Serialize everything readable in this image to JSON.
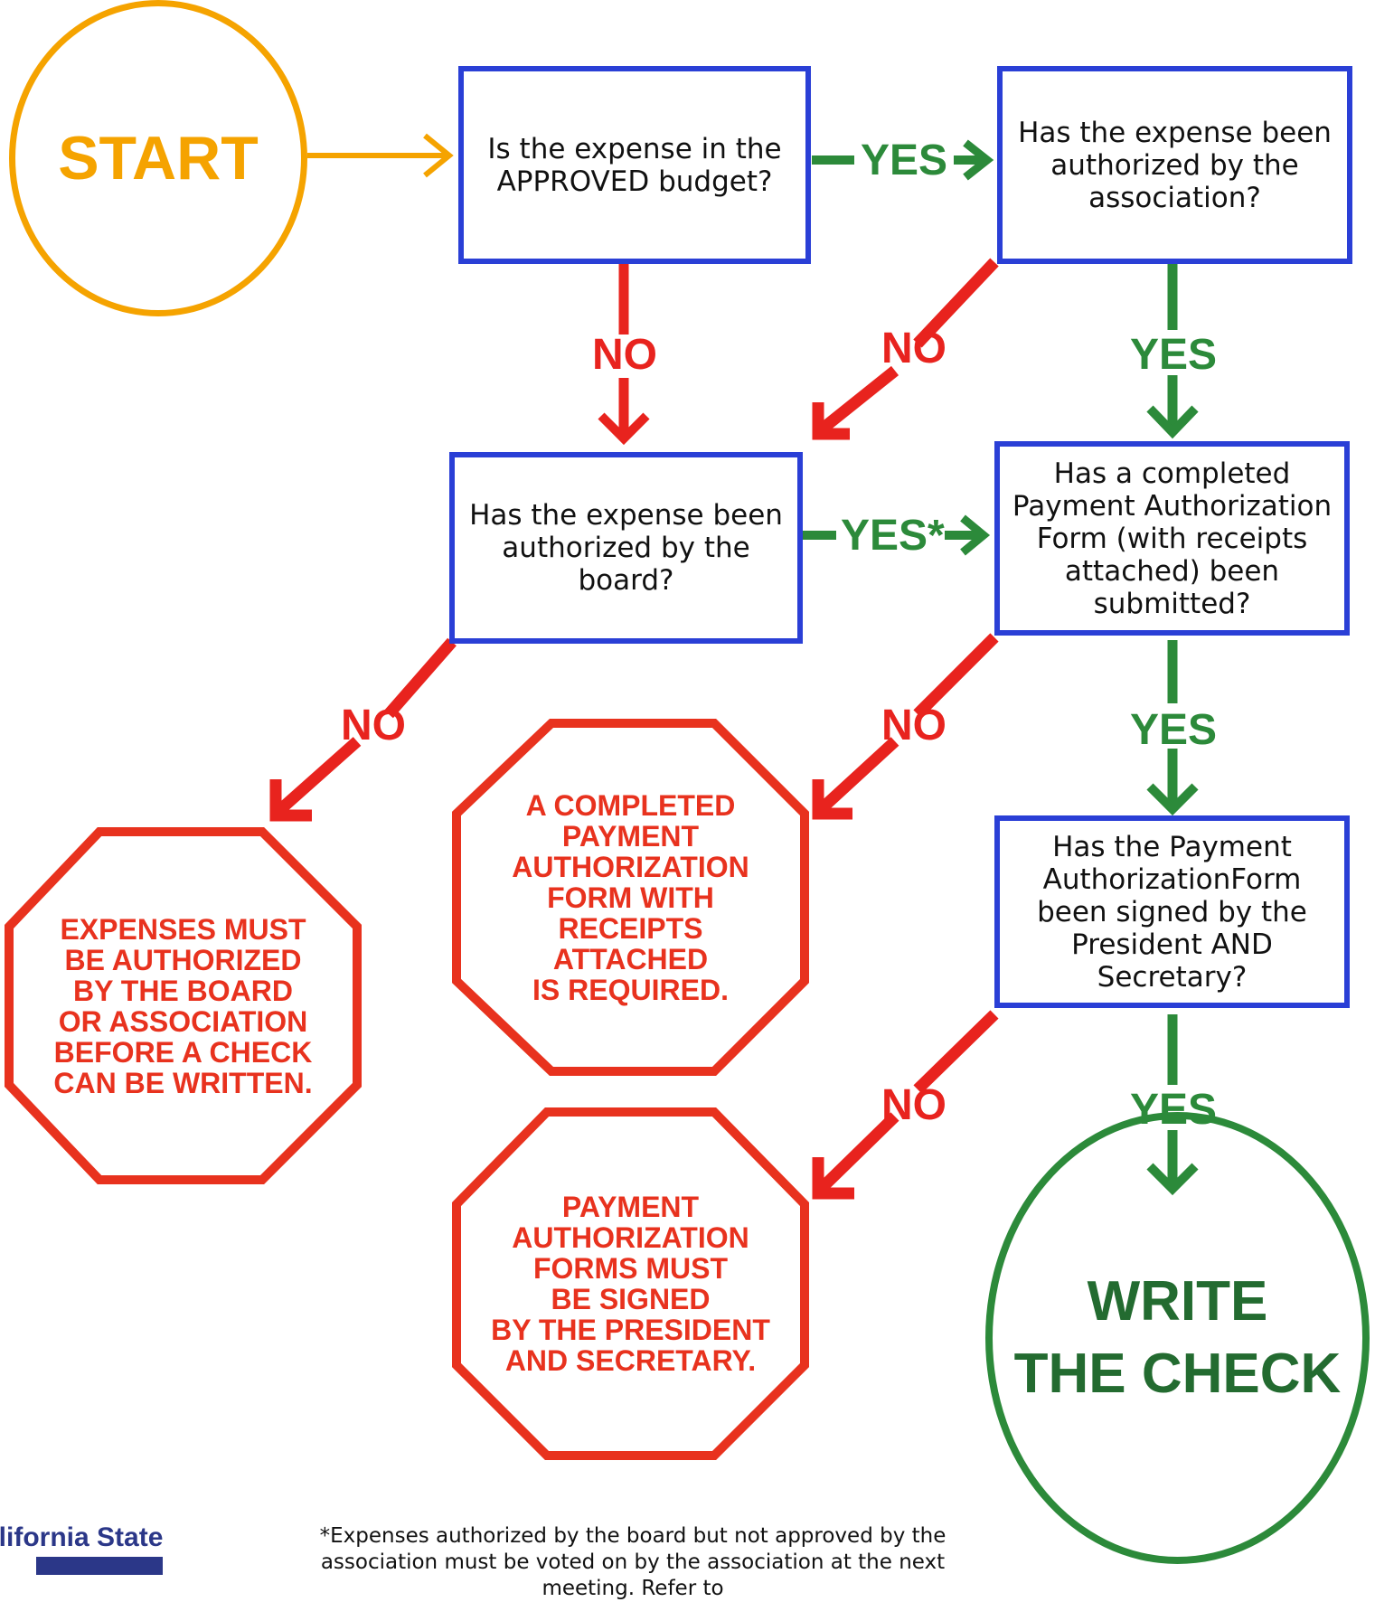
{
  "start": {
    "label": "START"
  },
  "end": {
    "label": "WRITE\nTHE CHECK"
  },
  "questions": {
    "q1": "Is the expense in the APPROVED budget?",
    "q2": "Has the expense been authorized by the association?",
    "q3": "Has the expense been authorized by the board?",
    "q4": "Has a completed Payment Authorization Form (with receipts attached) been submitted?",
    "q5": "Has the Payment AuthorizationForm been signed by the President AND Secretary?"
  },
  "stops": {
    "s1": "EXPENSES MUST\nBE AUTHORIZED\nBY THE BOARD\nOR ASSOCIATION\nBEFORE A CHECK\nCAN BE WRITTEN.",
    "s2": "A COMPLETED\nPAYMENT\nAUTHORIZATION\nFORM WITH\nRECEIPTS\nATTACHED\nIS REQUIRED.",
    "s3": "PAYMENT\nAUTHORIZATION\nFORMS MUST\nBE SIGNED\nBY THE PRESIDENT\nAND SECRETARY."
  },
  "labels": {
    "yes": "YES",
    "yes_star": "YES*",
    "no": "NO"
  },
  "colors": {
    "start": "#f5a300",
    "question_border": "#2a3fd6",
    "yes": "#2c8a3a",
    "no": "#e8231e",
    "stop": "#e8321e"
  },
  "footnote": "*Expenses authorized by the board but not approved by the association must be voted on by the association at the next meeting. Refer to",
  "logo": {
    "text": "alifornia State"
  }
}
